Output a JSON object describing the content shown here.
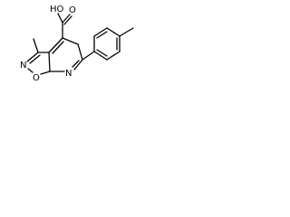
{
  "molecule": {
    "atoms": {
      "hydroxyl": "HO",
      "carbonyl_oxygen": "O",
      "ring_nitrogen_isoxazole": "N",
      "ring_oxygen_isoxazole": "O",
      "ring_nitrogen_pyridine": "N"
    }
  }
}
